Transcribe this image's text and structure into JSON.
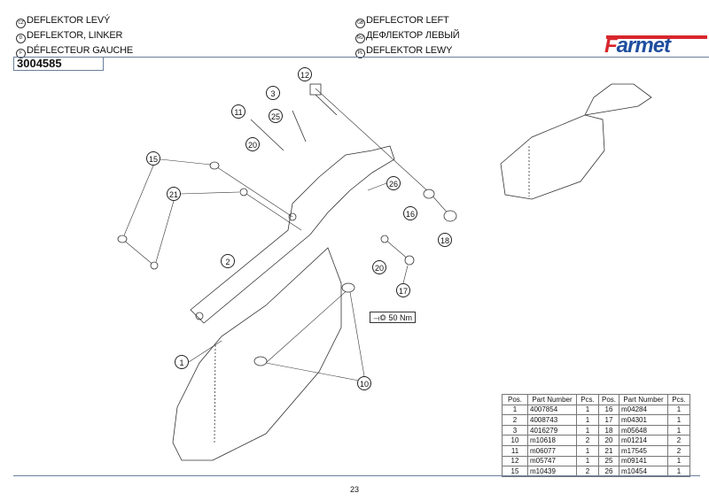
{
  "titles": [
    {
      "code": "CZ",
      "text": "DEFLEKTOR LEVÝ"
    },
    {
      "code": "D",
      "text": "DEFLEKTOR, LINKER"
    },
    {
      "code": "F",
      "text": "DÉFLECTEUR GAUCHE"
    },
    {
      "code": "GB",
      "text": "DEFLECTOR LEFT"
    },
    {
      "code": "RU",
      "text": "ДЕФЛЕКТОР ЛЕВЫЙ"
    },
    {
      "code": "PL",
      "text": "DEFLEKTOR LEWY"
    }
  ],
  "part_number": "3004585",
  "logo": "Farmet",
  "callouts": [
    "12",
    "3",
    "11",
    "25",
    "20",
    "15",
    "21",
    "26",
    "16",
    "18",
    "2",
    "20",
    "17",
    "1",
    "10"
  ],
  "torque": "50 Nm",
  "table": {
    "headers": [
      "Pos.",
      "Part Number",
      "Pcs.",
      "Pos.",
      "Part Number",
      "Pcs."
    ],
    "rows": [
      [
        "1",
        "4007854",
        "1",
        "16",
        "m04284",
        "1"
      ],
      [
        "2",
        "4008743",
        "1",
        "17",
        "m04301",
        "1"
      ],
      [
        "3",
        "4016279",
        "1",
        "18",
        "m05648",
        "1"
      ],
      [
        "10",
        "m10618",
        "2",
        "20",
        "m01214",
        "2"
      ],
      [
        "11",
        "m06077",
        "1",
        "21",
        "m17545",
        "2"
      ],
      [
        "12",
        "m05747",
        "1",
        "25",
        "m09141",
        "1"
      ],
      [
        "15",
        "m10439",
        "2",
        "26",
        "m10454",
        "1"
      ]
    ]
  },
  "page_number": "23",
  "colors": {
    "rule": "#6a7f9a",
    "logo_blue": "#1f4e9e",
    "logo_red": "#d8262d"
  }
}
